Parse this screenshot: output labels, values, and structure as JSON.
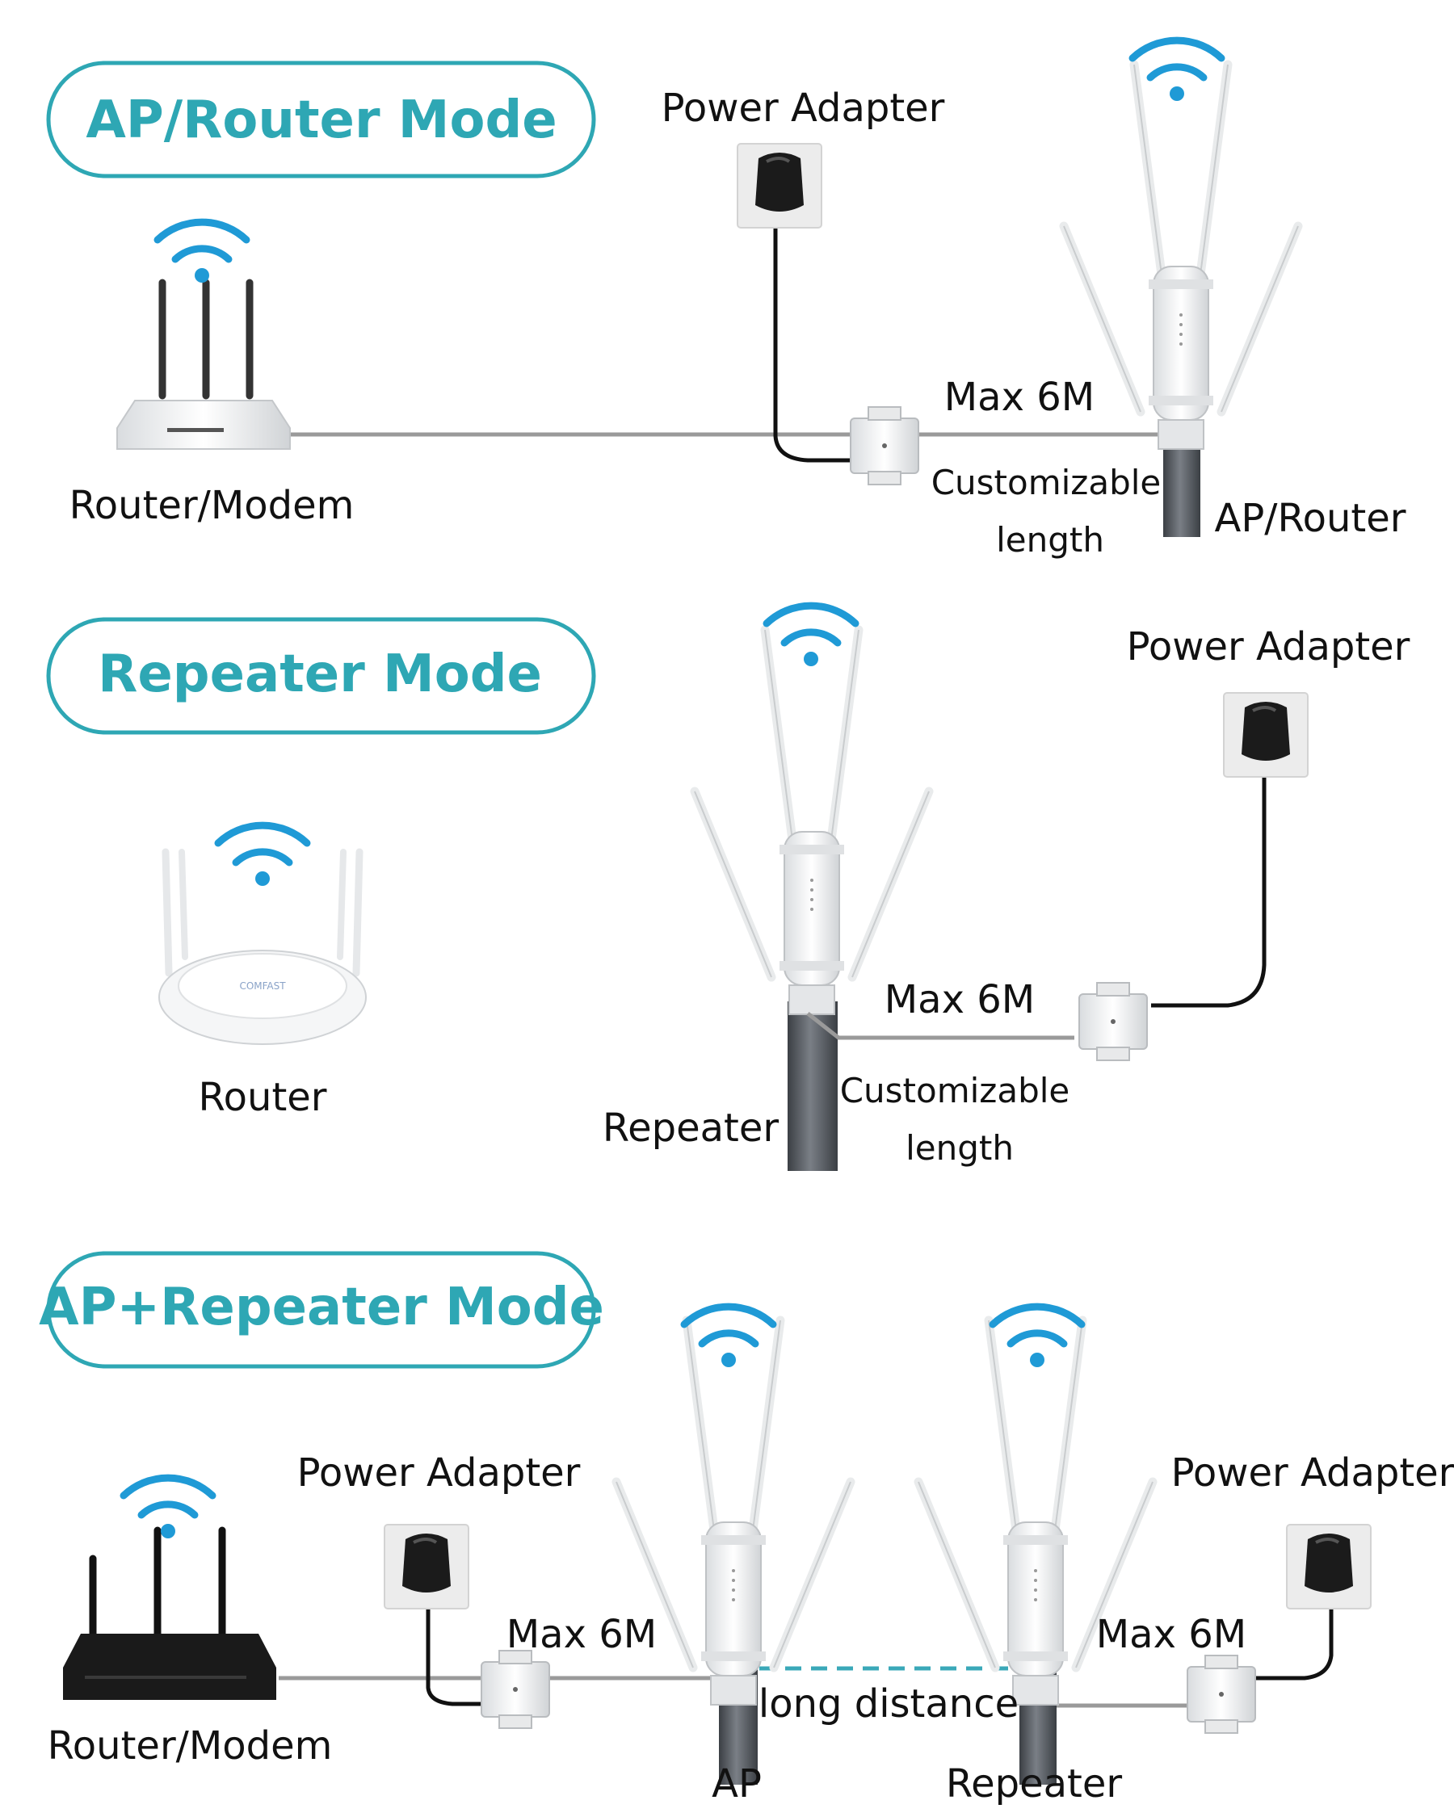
{
  "colors": {
    "accent": "#2ea7b4",
    "wifi": "#1f9ad6",
    "pole": "#555a60",
    "cable": "#9a9a9a",
    "power_cord": "#111111",
    "device_white": "#f4f5f6",
    "device_dark": "#1a1a1a",
    "dashed_link": "#3aa8b8"
  },
  "icons": [
    "wifi-icon",
    "power-outlet-icon",
    "poe-injector-icon",
    "outdoor-ap-icon",
    "router-icon",
    "pole-icon"
  ],
  "sections": {
    "ap_router": {
      "title": "AP/Router Mode",
      "power_adapter": "Power Adapter",
      "router": "Router/Modem",
      "max_cable": "Max 6M",
      "custom_1": "Customizable",
      "custom_2": "length",
      "device": "AP/Router"
    },
    "repeater": {
      "title": "Repeater Mode",
      "power_adapter": "Power Adapter",
      "router": "Router",
      "max_cable": "Max 6M",
      "custom_1": "Customizable",
      "custom_2": "length",
      "device": "Repeater"
    },
    "ap_repeater": {
      "title": "AP+Repeater Mode",
      "power_adapter_left": "Power Adapter",
      "power_adapter_right": "Power Adapter",
      "router": "Router/Modem",
      "max_cable_left": "Max 6M",
      "max_cable_right": "Max 6M",
      "link": "long distance",
      "device_left": "AP",
      "device_right": "Repeater"
    }
  }
}
